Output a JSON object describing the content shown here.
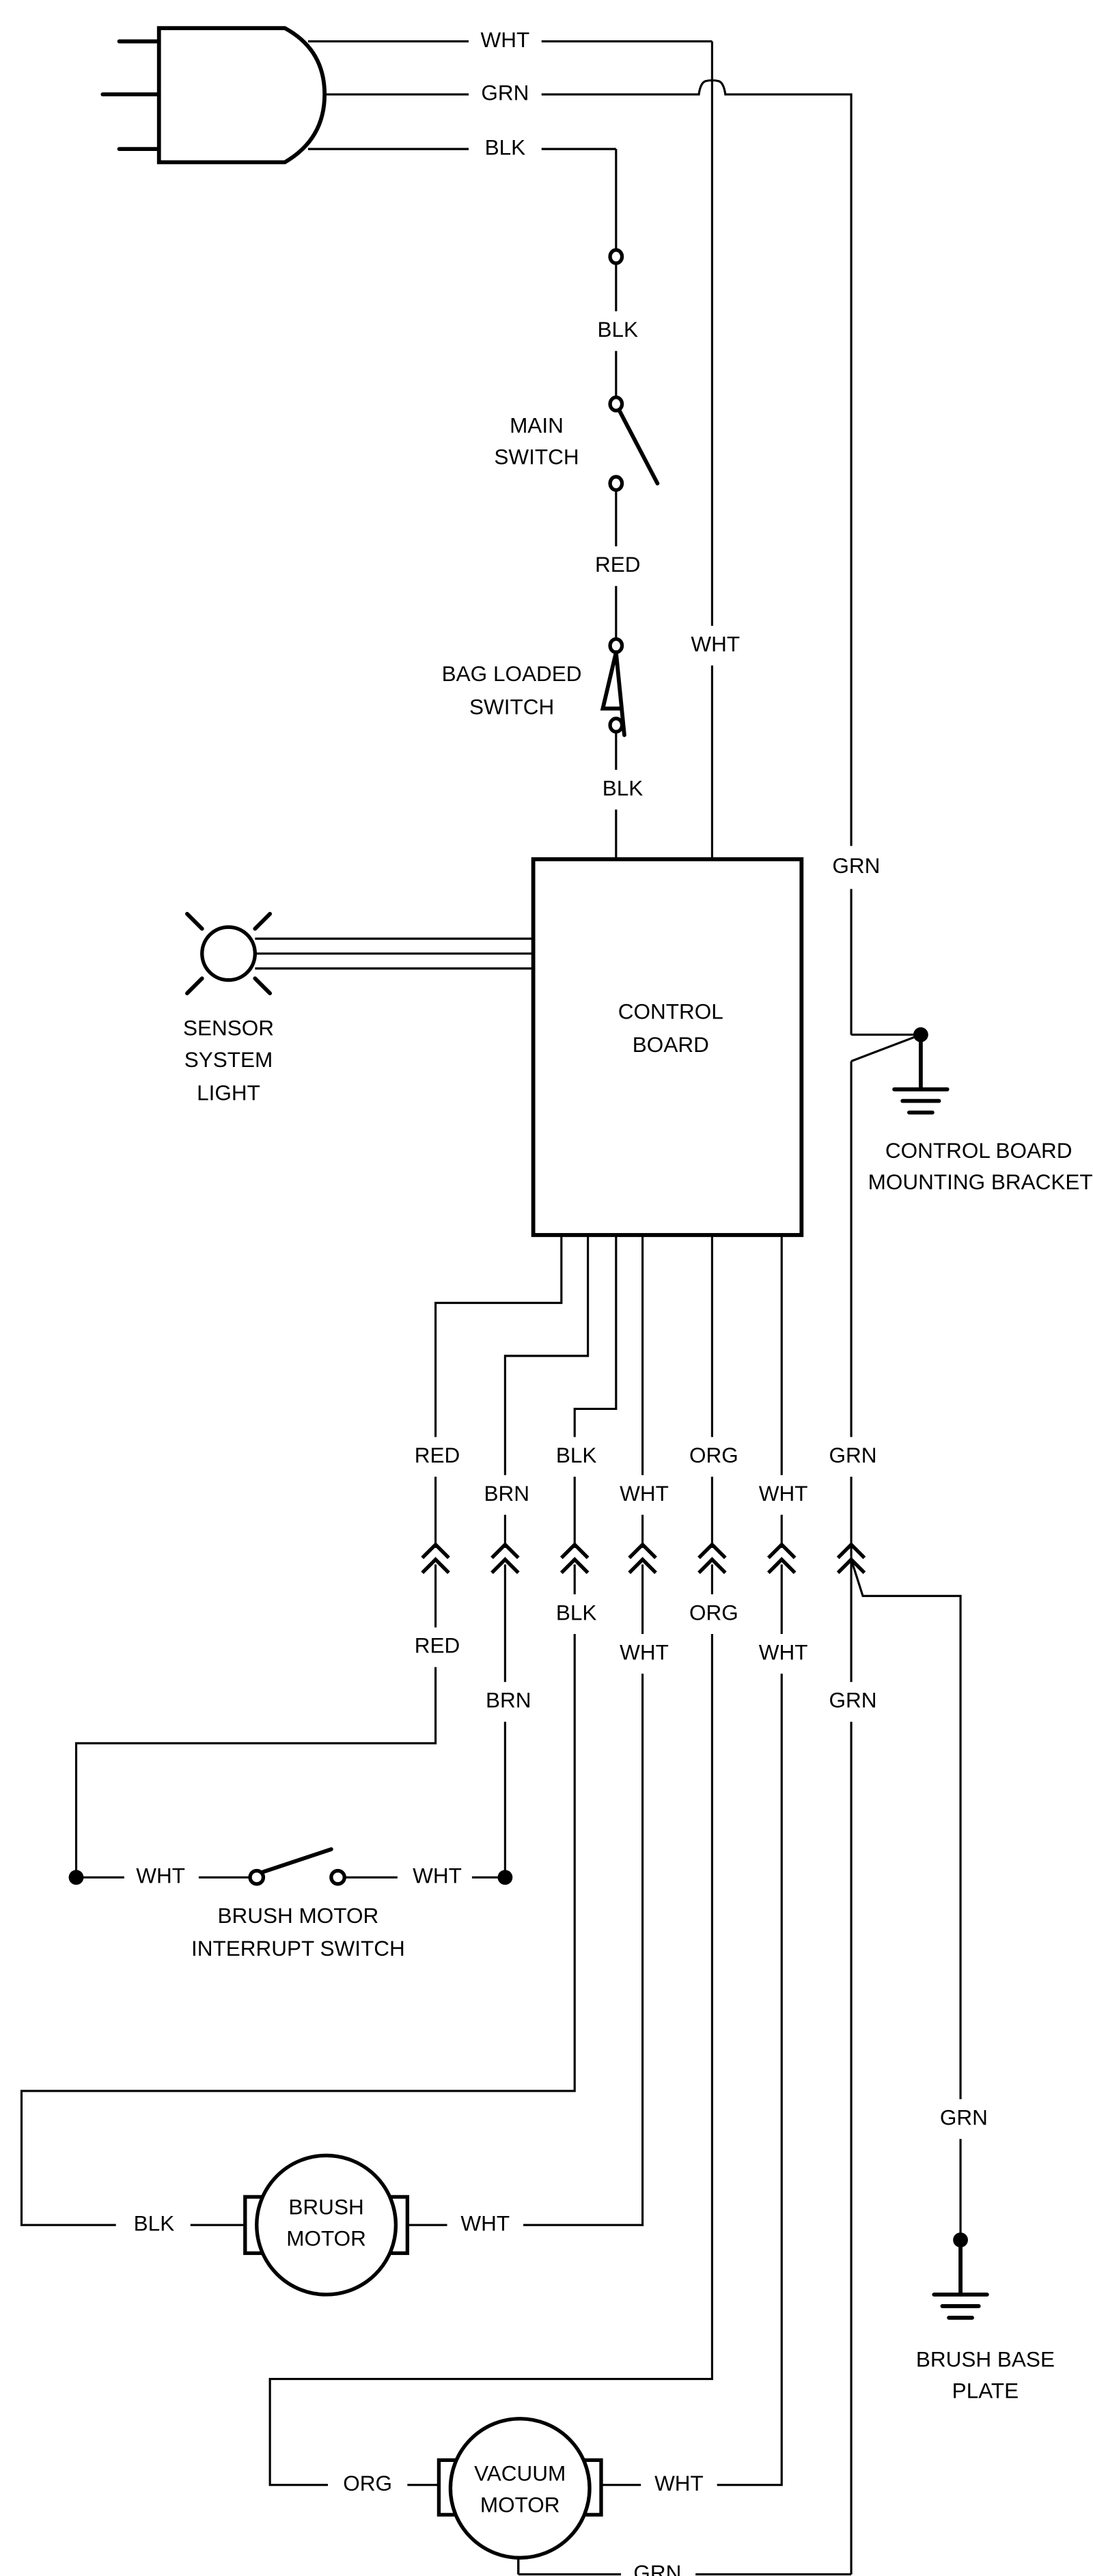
{
  "title": "Vacuum Cleaner Wiring Diagram",
  "components": {
    "plug": "power-plug",
    "main_switch": [
      "MAIN",
      "SWITCH"
    ],
    "bag_switch": [
      "BAG LOADED",
      "SWITCH"
    ],
    "control_board": [
      "CONTROL",
      "BOARD"
    ],
    "sensor_light": [
      "SENSOR",
      "SYSTEM",
      "LIGHT"
    ],
    "bracket_ground": [
      "CONTROL BOARD",
      "MOUNTING BRACKET"
    ],
    "interrupt_switch": [
      "BRUSH MOTOR",
      "INTERRUPT SWITCH"
    ],
    "brush_motor": [
      "BRUSH",
      "MOTOR"
    ],
    "vacuum_motor": [
      "VACUUM",
      "MOTOR"
    ],
    "base_plate_ground": [
      "BRUSH BASE",
      "PLATE"
    ]
  },
  "wire_labels": {
    "plug_wht": "WHT",
    "plug_grn": "GRN",
    "plug_blk": "BLK",
    "blk_to_main": "BLK",
    "main_to_bag": "RED",
    "bag_to_board": "BLK",
    "neutral_vertical": "WHT",
    "ground_vertical": "GRN",
    "harness_upper": [
      "RED",
      "BRN",
      "BLK",
      "WHT",
      "ORG",
      "WHT",
      "GRN"
    ],
    "harness_lower": [
      "RED",
      "BRN",
      "BLK",
      "WHT",
      "ORG",
      "WHT",
      "GRN"
    ],
    "interrupt_left": "WHT",
    "interrupt_right": "WHT",
    "brush_left": "BLK",
    "brush_right": "WHT",
    "vacuum_left": "ORG",
    "vacuum_right": "WHT",
    "vacuum_ground": "GRN",
    "base_plate_wire": "GRN"
  }
}
